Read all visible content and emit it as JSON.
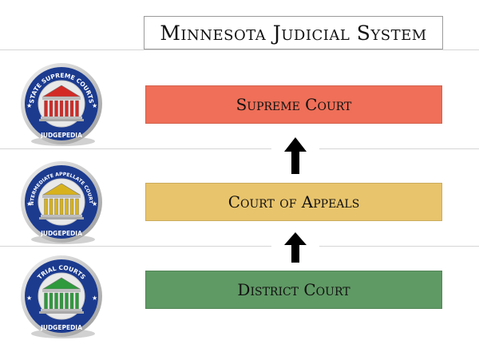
{
  "title": "Minnesota Judicial System",
  "colors": {
    "supreme": "#ef6f58",
    "appeals": "#e8c46c",
    "district": "#5f9964",
    "seal_blue": "#1c3b8f",
    "arrow": "#000000"
  },
  "courts": [
    {
      "label": "Supreme Court",
      "seal_top_text": "STATE SUPREME COURTS",
      "seal_bottom_text": "JUDGEPEDIA",
      "seal_accent": "#d32a26"
    },
    {
      "label": "Court of Appeals",
      "seal_top_text": "INTERMEDIATE APPELLATE COURTS",
      "seal_bottom_text": "JUDGEPEDIA",
      "seal_accent": "#d8b21e"
    },
    {
      "label": "District Court",
      "seal_top_text": "TRIAL COURTS",
      "seal_bottom_text": "JUDGEPEDIA",
      "seal_accent": "#2e9a3c"
    }
  ],
  "icons": [
    "supreme-court-seal-icon",
    "appellate-court-seal-icon",
    "trial-court-seal-icon",
    "up-arrow-icon"
  ]
}
